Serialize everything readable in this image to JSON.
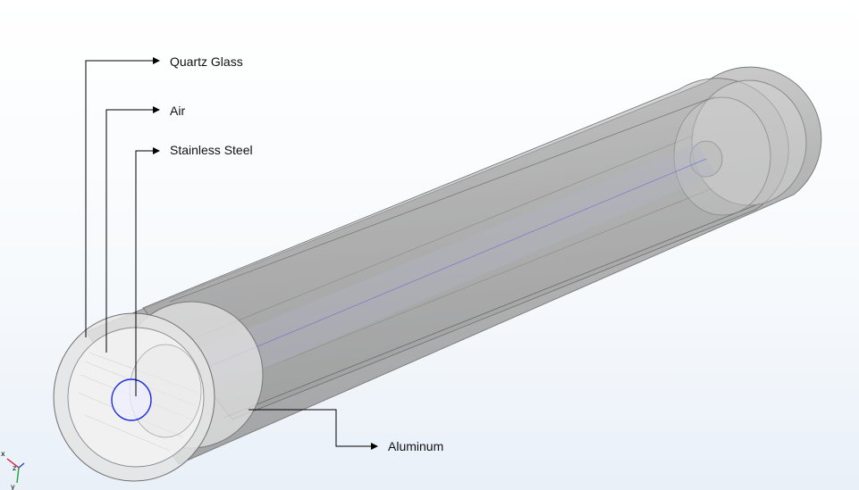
{
  "labels": {
    "quartz_glass": "Quartz Glass",
    "air": "Air",
    "stainless_steel": "Stainless Steel",
    "aluminum": "Aluminum"
  },
  "axis_triad": {
    "x": "x",
    "y": "y",
    "z": "z"
  },
  "colors": {
    "background_top": "#ffffff",
    "background_bottom": "#e9f0f8",
    "cylinder_body": "#a9a9a9",
    "steel_edge": "#1f2fd6",
    "leader_line": "#000000"
  }
}
